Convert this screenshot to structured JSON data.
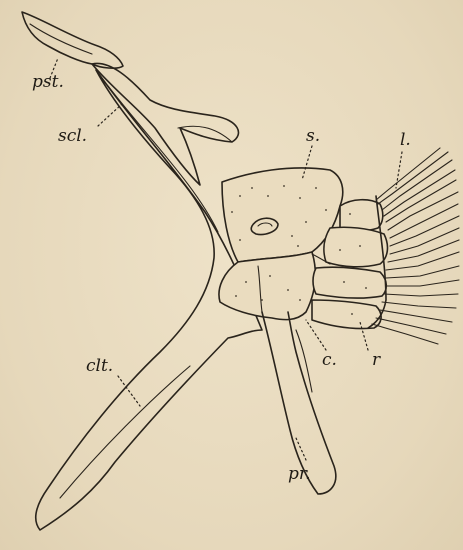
{
  "figure": {
    "labels": {
      "pst": "pst.",
      "scl": "scl.",
      "s": "s.",
      "l": "l.",
      "clt": "clt.",
      "c": "c.",
      "r": "r",
      "pr": "pr."
    }
  }
}
